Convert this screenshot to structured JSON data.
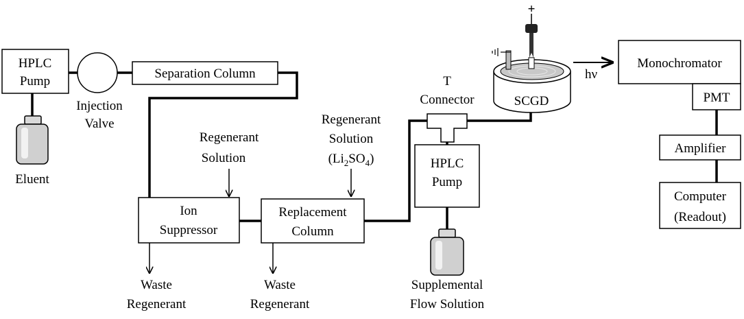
{
  "components": {
    "hplc_pump_left": [
      "HPLC",
      "Pump"
    ],
    "injection_valve": [
      "Injection",
      "Valve"
    ],
    "eluent": "Eluent",
    "separation_column": "Separation Column",
    "regenerant_1": [
      "Regenerant",
      "Solution"
    ],
    "ion_suppressor": [
      "Ion",
      "Suppressor"
    ],
    "waste_1": [
      "Waste",
      "Regenerant"
    ],
    "regenerant_2": [
      "Regenerant",
      "Solution"
    ],
    "regenerant_2_formula": {
      "open": "(Li",
      "sub1": "2",
      "mid": "SO",
      "sub2": "4",
      "close": ")"
    },
    "replacement_column": [
      "Replacement",
      "Column"
    ],
    "waste_2": [
      "Waste",
      "Regenerant"
    ],
    "t_connector": [
      "T",
      "Connector"
    ],
    "hplc_pump_right": [
      "HPLC",
      "Pump"
    ],
    "supplemental_flow": [
      "Supplemental",
      "Flow Solution"
    ],
    "scgd": "SCGD",
    "plus_sign": "+",
    "hv": "hν",
    "monochromator": "Monochromator",
    "pmt": "PMT",
    "amplifier": "Amplifier",
    "computer": [
      "Computer",
      "(Readout)"
    ]
  }
}
